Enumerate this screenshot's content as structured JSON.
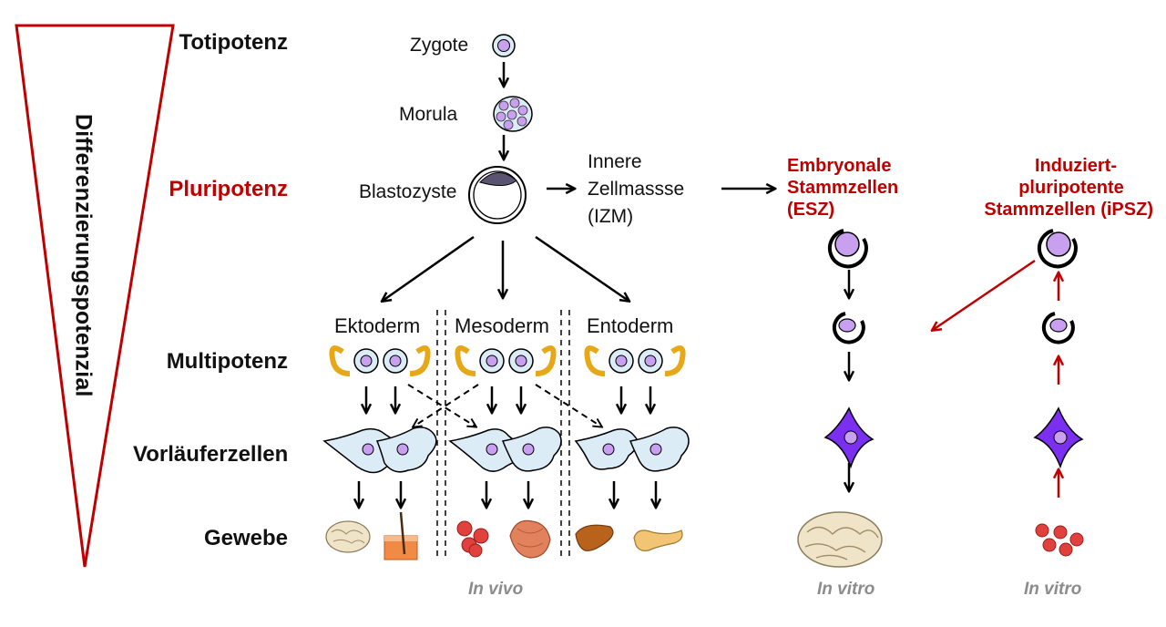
{
  "axis_title": "Differenzierungspotenzial",
  "levels": {
    "totipotency": "Totipotenz",
    "pluripotency": "Pluripotenz",
    "multipotency": "Multipotenz",
    "progenitors": "Vorläuferzellen",
    "tissue": "Gewebe"
  },
  "stages": {
    "zygote": "Zygote",
    "morula": "Morula",
    "blastocyst": "Blastozyste",
    "icm_line1": "Innere",
    "icm_line2": "Zellmassse",
    "icm_line3": "(IZM)"
  },
  "germ_layers": {
    "ectoderm": "Ektoderm",
    "mesoderm": "Mesoderm",
    "endoderm": "Entoderm"
  },
  "esc": {
    "line1": "Embryonale",
    "line2": "Stammzellen",
    "line3": "(ESZ)"
  },
  "ipsc": {
    "line1": "Induziert-",
    "line2": "pluripotente",
    "line3": "Stammzellen (iPSZ)"
  },
  "footers": {
    "in_vivo": "In vivo",
    "in_vitro_esc": "In vitro",
    "in_vitro_ipsc": "In vitro"
  },
  "colors": {
    "red": "#c00000",
    "cell_purple": "#c9a0f0",
    "cell_blue": "#dcecf7",
    "yellow_arrow": "#e6a817",
    "footer_gray": "#8c8c8c",
    "neuron_violet": "#7b2ff0"
  }
}
